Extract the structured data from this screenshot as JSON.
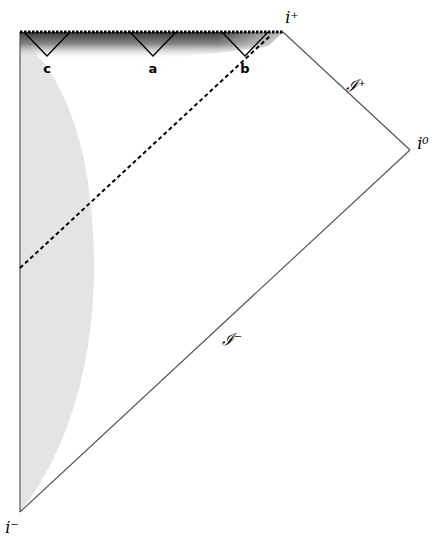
{
  "diagram": {
    "labels": [
      "i⁺",
      "ℐ⁺",
      "i⁰",
      "ℐ⁻",
      "i⁻",
      "c",
      "a",
      "b"
    ]
  }
}
